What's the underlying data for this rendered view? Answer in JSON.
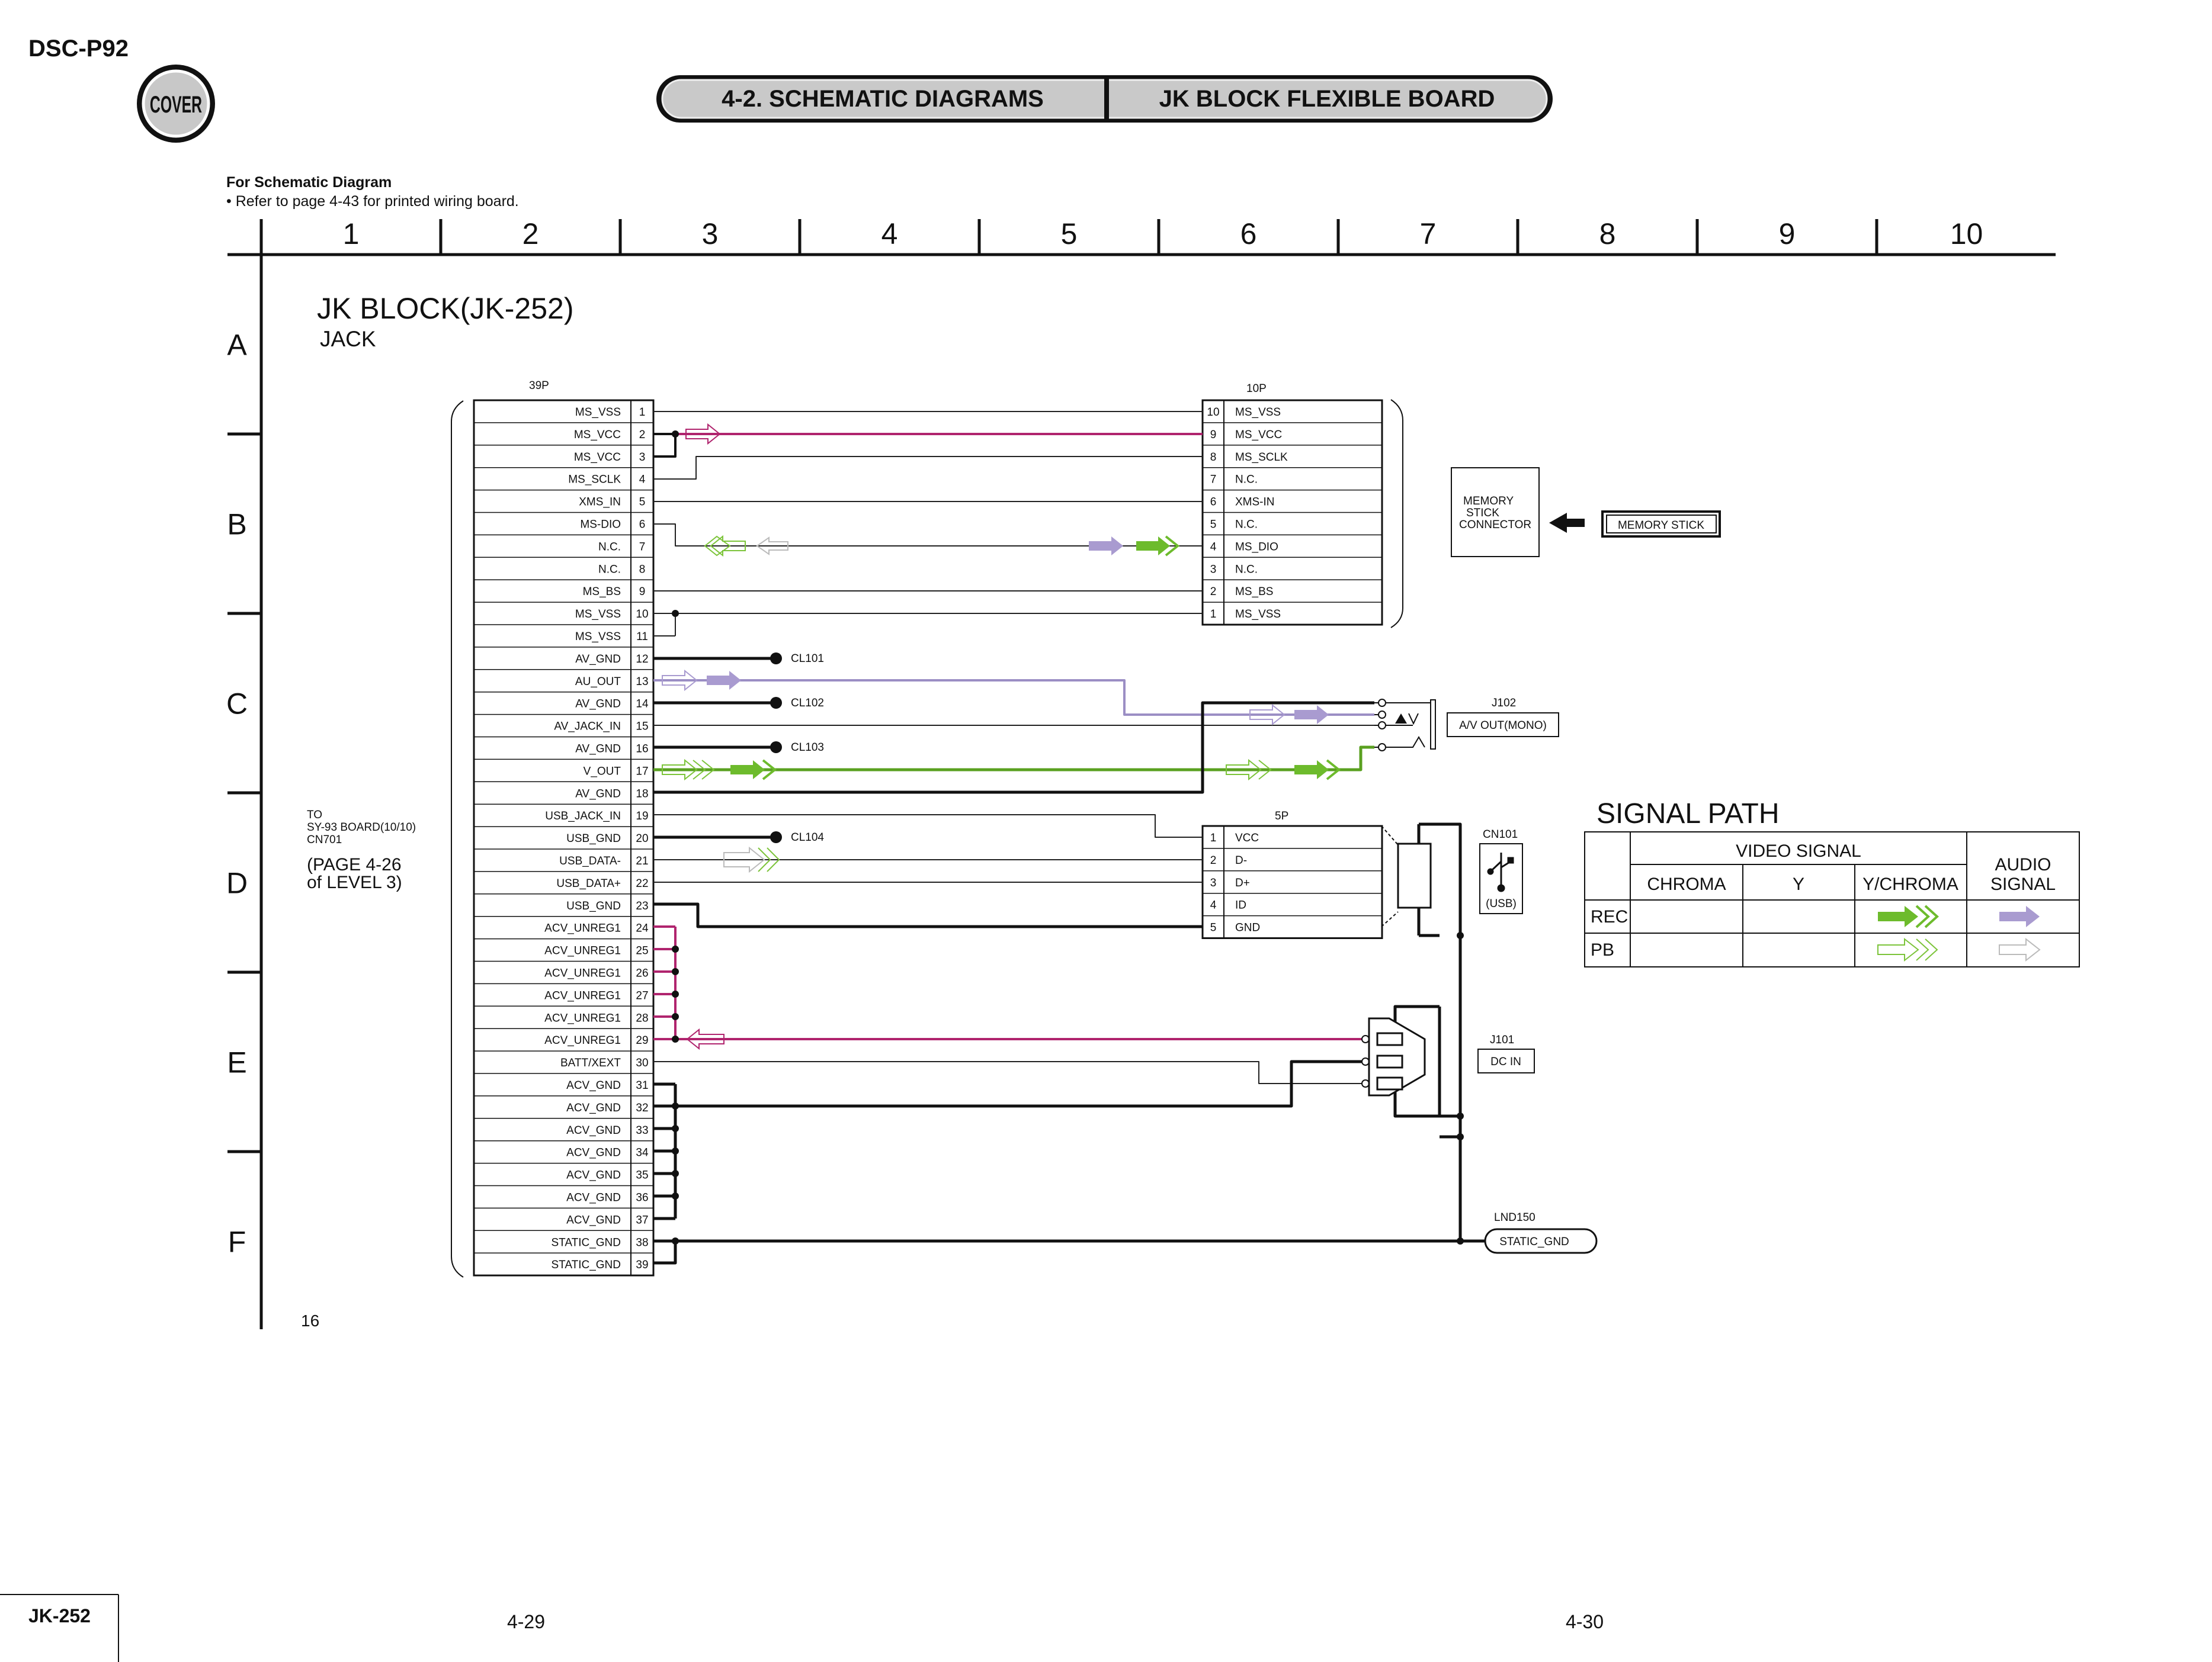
{
  "header": {
    "model": "DSC-P92",
    "cover_label": "COVER",
    "tab_section": "4-2. SCHEMATIC DIAGRAMS",
    "tab_board": "JK BLOCK FLEXIBLE BOARD"
  },
  "note": {
    "title": "For Schematic Diagram",
    "line": "• Refer to page 4-43 for printed wiring board."
  },
  "grid": {
    "columns": [
      "1",
      "2",
      "3",
      "4",
      "5",
      "6",
      "7",
      "8",
      "9",
      "10"
    ],
    "rows": [
      "A",
      "B",
      "C",
      "D",
      "E",
      "F"
    ]
  },
  "block": {
    "title": "JK BLOCK(JK-252)",
    "subtitle": "JACK"
  },
  "left_connector": {
    "ref": "39P",
    "pins": [
      {
        "num": "1",
        "name": "MS_VSS"
      },
      {
        "num": "2",
        "name": "MS_VCC"
      },
      {
        "num": "3",
        "name": "MS_VCC"
      },
      {
        "num": "4",
        "name": "MS_SCLK"
      },
      {
        "num": "5",
        "name": "XMS_IN"
      },
      {
        "num": "6",
        "name": "MS-DIO"
      },
      {
        "num": "7",
        "name": "N.C."
      },
      {
        "num": "8",
        "name": "N.C."
      },
      {
        "num": "9",
        "name": "MS_BS"
      },
      {
        "num": "10",
        "name": "MS_VSS"
      },
      {
        "num": "11",
        "name": "MS_VSS"
      },
      {
        "num": "12",
        "name": "AV_GND"
      },
      {
        "num": "13",
        "name": "AU_OUT"
      },
      {
        "num": "14",
        "name": "AV_GND"
      },
      {
        "num": "15",
        "name": "AV_JACK_IN"
      },
      {
        "num": "16",
        "name": "AV_GND"
      },
      {
        "num": "17",
        "name": "V_OUT"
      },
      {
        "num": "18",
        "name": "AV_GND"
      },
      {
        "num": "19",
        "name": "USB_JACK_IN"
      },
      {
        "num": "20",
        "name": "USB_GND"
      },
      {
        "num": "21",
        "name": "USB_DATA-"
      },
      {
        "num": "22",
        "name": "USB_DATA+"
      },
      {
        "num": "23",
        "name": "USB_GND"
      },
      {
        "num": "24",
        "name": "ACV_UNREG1"
      },
      {
        "num": "25",
        "name": "ACV_UNREG1"
      },
      {
        "num": "26",
        "name": "ACV_UNREG1"
      },
      {
        "num": "27",
        "name": "ACV_UNREG1"
      },
      {
        "num": "28",
        "name": "ACV_UNREG1"
      },
      {
        "num": "29",
        "name": "ACV_UNREG1"
      },
      {
        "num": "30",
        "name": "BATT/XEXT"
      },
      {
        "num": "31",
        "name": "ACV_GND"
      },
      {
        "num": "32",
        "name": "ACV_GND"
      },
      {
        "num": "33",
        "name": "ACV_GND"
      },
      {
        "num": "34",
        "name": "ACV_GND"
      },
      {
        "num": "35",
        "name": "ACV_GND"
      },
      {
        "num": "36",
        "name": "ACV_GND"
      },
      {
        "num": "37",
        "name": "ACV_GND"
      },
      {
        "num": "38",
        "name": "STATIC_GND"
      },
      {
        "num": "39",
        "name": "STATIC_GND"
      }
    ]
  },
  "connector_10p": {
    "ref": "10P",
    "pins": [
      {
        "num": "10",
        "name": "MS_VSS"
      },
      {
        "num": "9",
        "name": "MS_VCC"
      },
      {
        "num": "8",
        "name": "MS_SCLK"
      },
      {
        "num": "7",
        "name": "N.C."
      },
      {
        "num": "6",
        "name": "XMS-IN"
      },
      {
        "num": "5",
        "name": "N.C."
      },
      {
        "num": "4",
        "name": "MS_DIO"
      },
      {
        "num": "3",
        "name": "N.C."
      },
      {
        "num": "2",
        "name": "MS_BS"
      },
      {
        "num": "1",
        "name": "MS_VSS"
      }
    ]
  },
  "connector_5p": {
    "ref": "5P",
    "pins": [
      {
        "num": "1",
        "name": "VCC"
      },
      {
        "num": "2",
        "name": "D-"
      },
      {
        "num": "3",
        "name": "D+"
      },
      {
        "num": "4",
        "name": "ID"
      },
      {
        "num": "5",
        "name": "GND"
      }
    ]
  },
  "memory": {
    "connector_lines": [
      "MEMORY",
      "STICK",
      "CONNECTOR"
    ],
    "stick_label": "MEMORY STICK"
  },
  "test_points": [
    "CL101",
    "CL102",
    "CL103",
    "CL104"
  ],
  "jacks": {
    "j102_ref": "J102",
    "j102_label": "A/V OUT(MONO)",
    "cn101_ref": "CN101",
    "cn101_label": "(USB)",
    "j101_ref": "J101",
    "j101_label": "DC IN",
    "lnd150_ref": "LND150",
    "lnd150_label": "STATIC_GND"
  },
  "to_note": {
    "lines": [
      "TO",
      "SY-93 BOARD(10/10)",
      "CN701"
    ],
    "page_lines": [
      "(PAGE 4-26",
      "of LEVEL 3)"
    ]
  },
  "signal_path": {
    "title": "SIGNAL PATH",
    "video_header": "VIDEO SIGNAL",
    "audio_header": [
      "AUDIO",
      "SIGNAL"
    ],
    "sub_headers": [
      "CHROMA",
      "Y",
      "Y/CHROMA"
    ],
    "rows": [
      "REC",
      "PB"
    ]
  },
  "colors": {
    "ms_vcc_line": "#b0246e",
    "video_line": "#5aa020",
    "audio_line": "#9b8ec4",
    "video_arrow": "#6dbb2c",
    "audio_arrow": "#a99bd0"
  },
  "footer": {
    "board": "JK-252",
    "page_left": "4-29",
    "page_right": "4-30",
    "sheet_no": "16"
  }
}
